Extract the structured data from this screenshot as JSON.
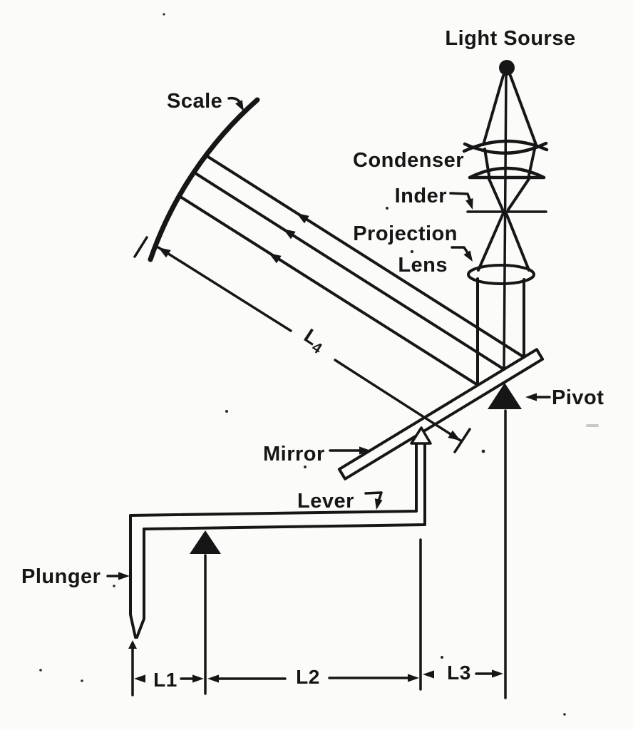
{
  "page": {
    "colors": {
      "ink": "#161616",
      "paper": "#fbfbf9"
    }
  },
  "diagram": {
    "labels": {
      "light_source": "Light Sourse",
      "scale": "Scale",
      "condenser": "Condenser",
      "index": "Inder",
      "projection_line1": "Projection",
      "projection_line2": "Lens",
      "pivot": "Pivot",
      "mirror": "Mirror",
      "lever": "Lever",
      "plunger": "Plunger"
    },
    "dimensions": {
      "l1": "L1",
      "l2": "L2",
      "l3": "L3",
      "l4_base": "L",
      "l4_sub": "4"
    }
  }
}
